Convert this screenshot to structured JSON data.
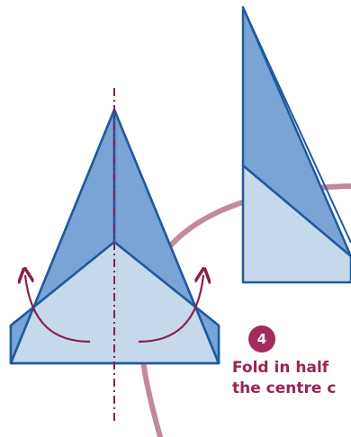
{
  "step": {
    "number": "4",
    "instruction_lines": [
      "Fold in half",
      "the centre c"
    ]
  },
  "colors": {
    "paper_front": "#7aa3d6",
    "paper_back": "#c5d9ea",
    "outline": "#1f5a9e",
    "arc": "#c4889a",
    "arrow": "#8b1e4e",
    "badge": "#a52a5e",
    "text": "#9b2257"
  }
}
